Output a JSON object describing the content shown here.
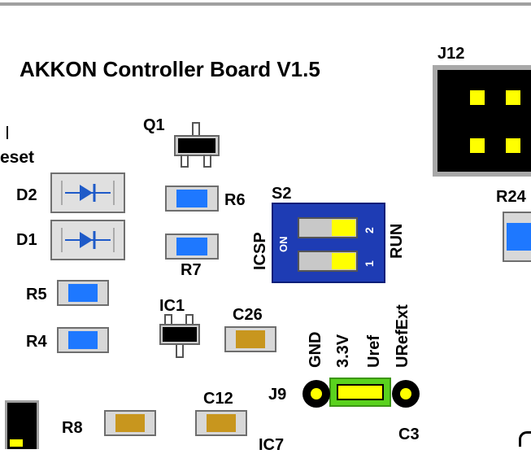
{
  "board": {
    "title": "AKKON Controller  Board V1.5",
    "reset_fragment": "eset"
  },
  "labels": {
    "q1": "Q1",
    "j12": "J12",
    "d2": "D2",
    "d1": "D1",
    "r6": "R6",
    "r7": "R7",
    "s2": "S2",
    "r24": "R24",
    "r5": "R5",
    "r4": "R4",
    "ic1": "IC1",
    "c26": "C26",
    "j9": "J9",
    "c12": "C12",
    "r8": "R8",
    "ic7": "IC7",
    "c3": "C3"
  },
  "switch": {
    "icsp": "ICSP",
    "on": "ON",
    "run": "RUN",
    "pos1": "1",
    "pos2": "2"
  },
  "j9_pins": [
    "GND",
    "3.3V",
    "Uref",
    "URefExt"
  ],
  "colors": {
    "resistor": "#1e78ff",
    "capacitor": "#c8961e",
    "switch_body": "#1e3cb4",
    "jumper": "#5ad21e",
    "pad": "#ffff00"
  }
}
